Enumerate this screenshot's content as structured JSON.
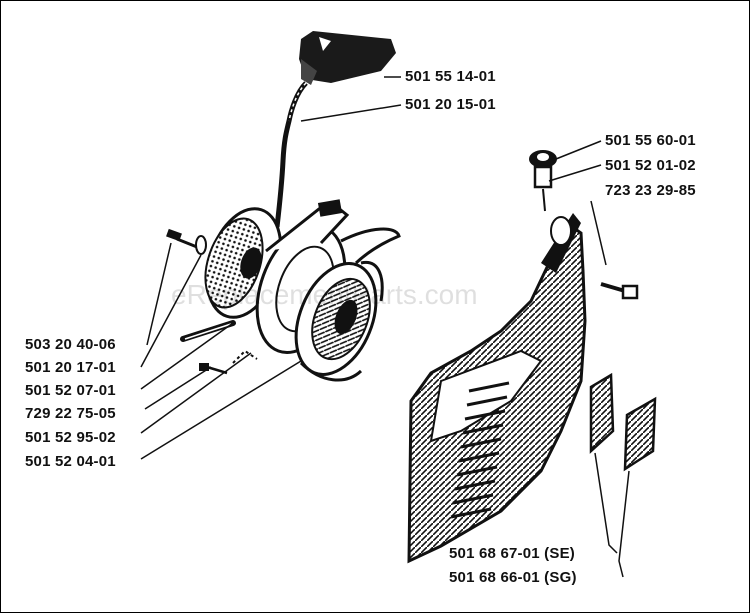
{
  "watermark": "eReplacementParts.com",
  "labels": {
    "p_501551401": "501 55 14-01",
    "p_501201501": "501 20 15-01",
    "p_501556001": "501 55 60-01",
    "p_501520102": "501 52 01-02",
    "p_723232985": "723 23 29-85",
    "p_503204006": "503 20 40-06",
    "p_501201701": "501 20 17-01",
    "p_501520701": "501 52 07-01",
    "p_729227505": "729 22 75-05",
    "p_501529502": "501 52 95-02",
    "p_501520401": "501 52 04-01",
    "p_501686701": "501 68 67-01 (SE)",
    "p_501686601": "501 68 66-01 (SG)"
  }
}
